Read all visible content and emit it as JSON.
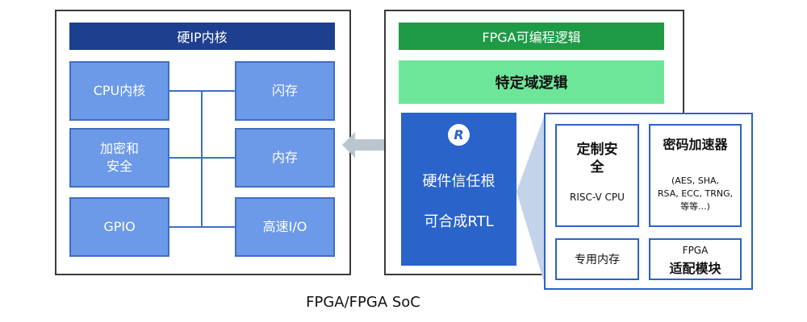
{
  "left_panel": {
    "header": "硬IP内核",
    "blocks_left": [
      "CPU内核",
      "加密和\n安全",
      "GPIO"
    ],
    "blocks_right": [
      "闪存",
      "内存",
      "高速I/O"
    ]
  },
  "right_panel": {
    "header": "FPGA可编程逻辑",
    "domain_logic": "特定域逻辑",
    "rot": {
      "logo": "R",
      "line1": "硬件信任根",
      "line2": "可合成RTL"
    },
    "detail": {
      "secure_title": "定制安\n全",
      "secure_sub": "RISC-V CPU",
      "accel_title": "密码加速器",
      "accel_list": "(AES, SHA,\nRSA, ECC, TRNG,\n等等...)",
      "memory": "专用内存",
      "adapter_top": "FPGA",
      "adapter_bottom": "适配模块"
    }
  },
  "caption": "FPGA/FPGA SoC",
  "colors": {
    "navy": "#1d3f8f",
    "block_blue": "#6c9ae8",
    "rot_blue": "#2a63c9",
    "green": "#1f9a46",
    "light_green": "#6ee69a",
    "arrow_gray": "#b9c6cf"
  }
}
